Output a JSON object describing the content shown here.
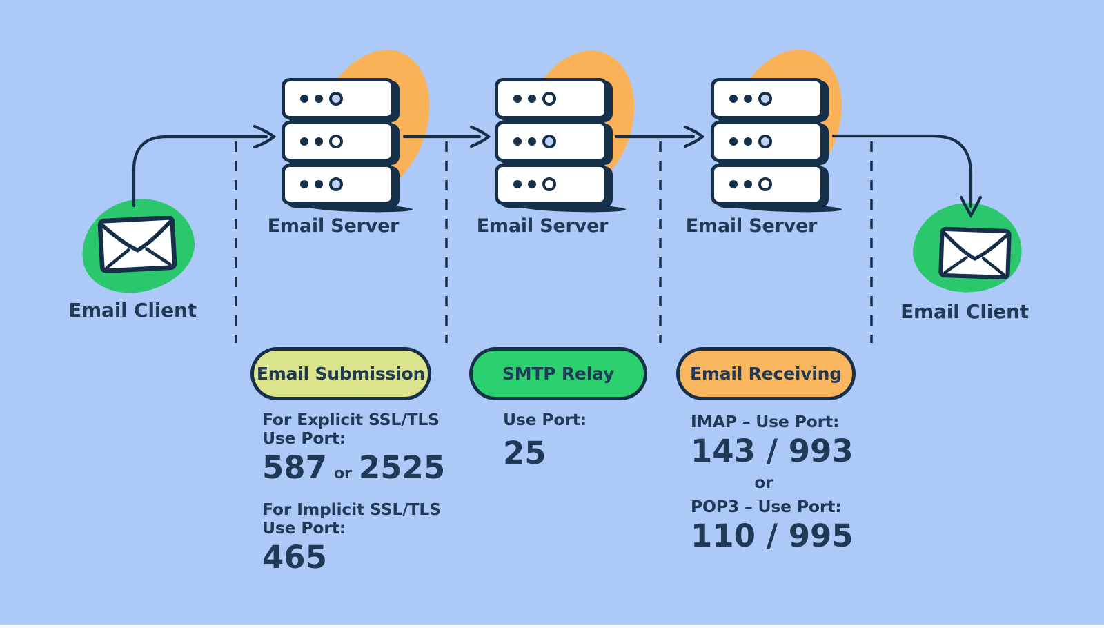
{
  "palette": {
    "background": "#ADC9F7",
    "ink_outline": "#16304A",
    "text": "#1E3A57",
    "client_blob_green": "#2BC76C",
    "server_blob_orange": "#F9B257",
    "badge_email_submission": "#DBE48C",
    "badge_smtp_relay": "#2CD06E",
    "badge_email_receiving": "#FAB55F"
  },
  "icons": {
    "client": "envelope-icon",
    "server": "server-stack-icon",
    "flow": "arrow-icon",
    "separator": "dashed-line"
  },
  "nodes": {
    "client_left": {
      "label": "Email Client"
    },
    "server_1": {
      "label": "Email Server"
    },
    "server_2": {
      "label": "Email Server"
    },
    "server_3": {
      "label": "Email Server"
    },
    "client_right": {
      "label": "Email Client"
    }
  },
  "stages": [
    {
      "badge": "Email Submission",
      "badge_color": "#DBE48C",
      "sections": [
        {
          "heading_lines": [
            "For Explicit SSL/TLS",
            "Use Port:"
          ],
          "ports": [
            {
              "text": "587"
            },
            {
              "text": "or"
            },
            {
              "text": "2525"
            }
          ]
        },
        {
          "heading_lines": [
            "For Implicit SSL/TLS",
            "Use Port:"
          ],
          "ports": [
            {
              "text": "465"
            }
          ]
        }
      ]
    },
    {
      "badge": "SMTP Relay",
      "badge_color": "#2CD06E",
      "sections": [
        {
          "heading_lines": [
            "Use Port:"
          ],
          "ports": [
            {
              "text": "25"
            }
          ]
        }
      ]
    },
    {
      "badge": "Email Receiving",
      "badge_color": "#FAB55F",
      "connector": "or",
      "sections": [
        {
          "heading_lines": [
            "IMAP – Use Port:"
          ],
          "ports": [
            {
              "text": "143 / 993"
            }
          ]
        },
        {
          "heading_lines": [
            "POP3 – Use Port:"
          ],
          "ports": [
            {
              "text": "110 / 995"
            }
          ]
        }
      ]
    }
  ]
}
